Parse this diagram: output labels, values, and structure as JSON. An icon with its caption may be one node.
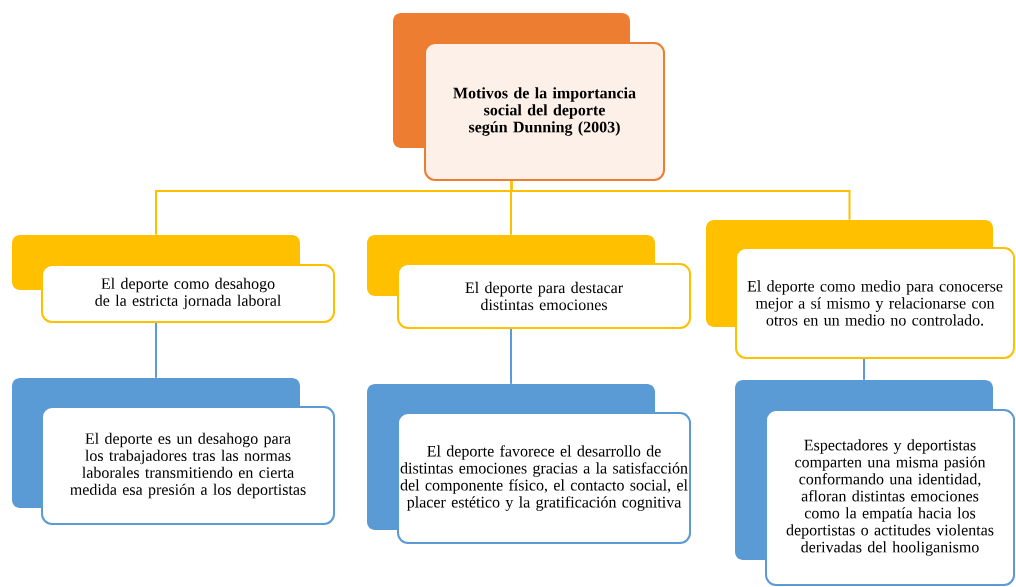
{
  "diagram": {
    "nodes": [
      {
        "text": [
          "Motivos de la importancia social del deporte según Dunning (2003)"
        ]
      },
      {
        "text": [
          "El deporte como desahogo de la estricta jornada laboral"
        ]
      },
      {
        "text": [
          "El deporte para destacar distintas emociones"
        ]
      },
      {
        "text": [
          "El deporte como medio para conocerse mejor a sí mismo y relacionarse con otros en un medio no controlado."
        ]
      },
      {
        "text": [
          "El deporte es un desahogo para los trabajadores tras las normas laborales transmitiendo en cierta medida esa presión a los deportistas"
        ]
      },
      {
        "text": [
          "El deporte favorece el desarrollo de distintas emociones gracias a  la satisfacción del componente físico, el contacto social, el placer estético y la gratificación cognitiva"
        ]
      },
      {
        "text": [
          "Espectadores y deportistas comparten una misma pasión conformando una identidad, afloran distintas emociones como la empatía hacia los deportistas o actitudes violentas derivadas del hooliganismo"
        ]
      }
    ],
    "edges": [
      {
        "from": 0,
        "to": 1,
        "arrow": "none"
      },
      {
        "from": 0,
        "to": 2,
        "arrow": "none"
      },
      {
        "from": 0,
        "to": 3,
        "arrow": "none"
      },
      {
        "from": 1,
        "to": 4,
        "arrow": "none",
        "color": "#5b9bd5"
      },
      {
        "from": 2,
        "to": 5,
        "arrow": "none",
        "color": "#5b9bd5"
      },
      {
        "from": 3,
        "to": 6,
        "arrow": "none",
        "color": "#5b9bd5"
      }
    ]
  }
}
